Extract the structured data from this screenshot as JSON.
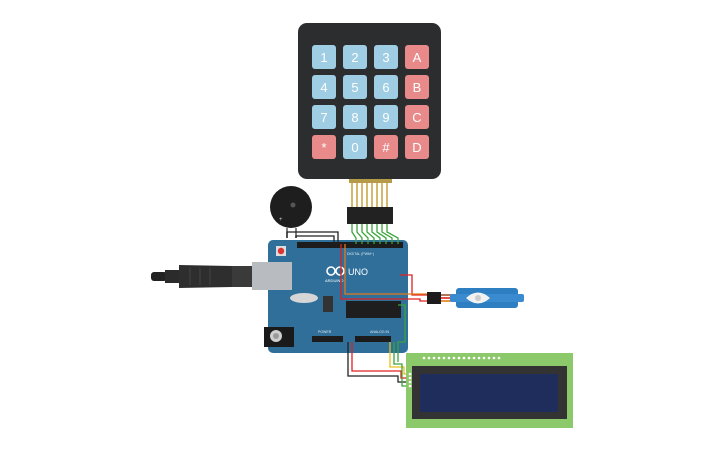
{
  "keypad": {
    "keys": [
      {
        "label": "1",
        "kind": "num"
      },
      {
        "label": "2",
        "kind": "num"
      },
      {
        "label": "3",
        "kind": "num"
      },
      {
        "label": "A",
        "kind": "op"
      },
      {
        "label": "4",
        "kind": "num"
      },
      {
        "label": "5",
        "kind": "num"
      },
      {
        "label": "6",
        "kind": "num"
      },
      {
        "label": "B",
        "kind": "op"
      },
      {
        "label": "7",
        "kind": "num"
      },
      {
        "label": "8",
        "kind": "num"
      },
      {
        "label": "9",
        "kind": "num"
      },
      {
        "label": "C",
        "kind": "op"
      },
      {
        "label": "*",
        "kind": "op"
      },
      {
        "label": "0",
        "kind": "num"
      },
      {
        "label": "#",
        "kind": "op"
      },
      {
        "label": "D",
        "kind": "op"
      }
    ]
  },
  "arduino": {
    "model": "UNO",
    "brand": "ARDUINO",
    "digital_label": "DIGITAL (PWM~)",
    "power_label": "POWER",
    "analog_label": "ANALOG IN"
  },
  "colors": {
    "board": "#2f6f9a",
    "key_num": "#9fcde4",
    "key_op": "#e98a8a",
    "keypad_body": "#2b2d2f",
    "lcd_pcb": "#8cc96a",
    "lcd_screen": "#1f2d5c",
    "servo": "#2d7fc1",
    "wire_red": "#e02020",
    "wire_black": "#222222",
    "wire_green": "#3aa53a",
    "wire_yellow": "#e2c21a",
    "wire_orange": "#e07a1a"
  }
}
